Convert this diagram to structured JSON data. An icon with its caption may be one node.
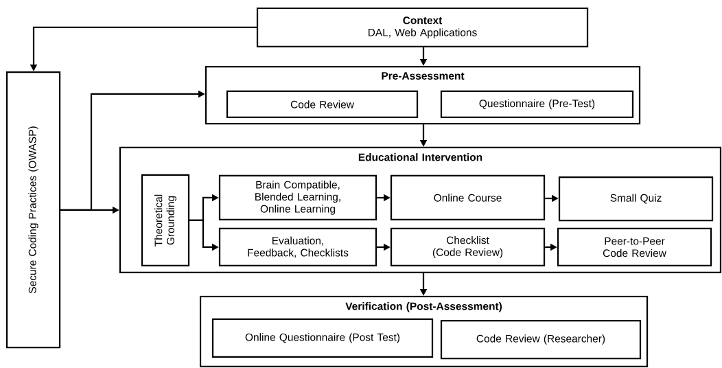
{
  "diagram": {
    "nodes": [
      {
        "text": [
          "Context",
          "DAL, Web Applications"
        ]
      },
      {
        "text": [
          "Secure Coding Practices (OWASP)"
        ]
      },
      {
        "text": [
          "Pre-Assessment"
        ]
      },
      {
        "text": [
          "Code Review"
        ],
        "in": 2
      },
      {
        "text": [
          "Questionnaire (Pre-Test)"
        ],
        "in": 2
      },
      {
        "text": [
          "Educational Intervention"
        ]
      },
      {
        "text": [
          "Theoretical Grounding"
        ],
        "in": 5
      },
      {
        "text": [
          "Brain Compatible, Blended Learning, Online Learning"
        ],
        "in": 5
      },
      {
        "text": [
          "Online Course"
        ],
        "in": 5
      },
      {
        "text": [
          "Small Quiz"
        ],
        "in": 5
      },
      {
        "text": [
          "Evaluation, Feedback, Checklists"
        ],
        "in": 5
      },
      {
        "text": [
          "Checklist (Code Review)"
        ],
        "in": 5
      },
      {
        "text": [
          "Peer-to-Peer Code Review"
        ],
        "in": 5
      },
      {
        "text": [
          "Verification (Post-Assessment)"
        ]
      },
      {
        "text": [
          "Online Questionnaire (Post Test)"
        ],
        "in": 13
      },
      {
        "text": [
          "Code Review (Researcher)"
        ],
        "in": 13
      }
    ],
    "edges": [
      {
        "from": 0,
        "to": 1,
        "arrow": "to"
      },
      {
        "from": 0,
        "to": 2,
        "arrow": "to"
      },
      {
        "from": 1,
        "to": 2,
        "arrow": "to"
      },
      {
        "from": 1,
        "to": 5,
        "arrow": "to"
      },
      {
        "from": 2,
        "to": 5,
        "arrow": "to"
      },
      {
        "from": 6,
        "to": 7,
        "arrow": "to"
      },
      {
        "from": 6,
        "to": 10,
        "arrow": "to"
      },
      {
        "from": 7,
        "to": 8,
        "arrow": "to"
      },
      {
        "from": 8,
        "to": 9,
        "arrow": "to"
      },
      {
        "from": 10,
        "to": 11,
        "arrow": "to"
      },
      {
        "from": 11,
        "to": 12,
        "arrow": "to"
      },
      {
        "from": 5,
        "to": 13,
        "arrow": "to"
      }
    ]
  }
}
